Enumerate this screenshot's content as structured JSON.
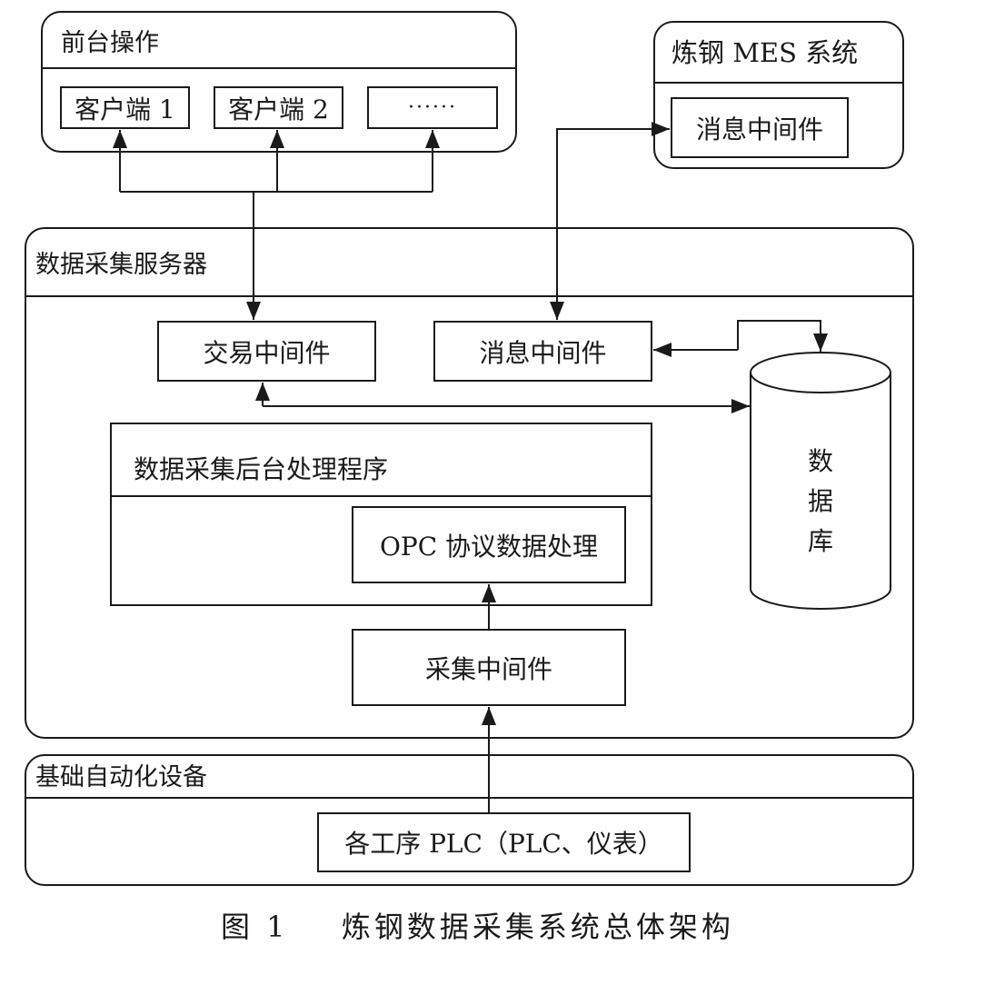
{
  "figure": {
    "caption_number": "图 1",
    "caption_title": "炼钢数据采集系统总体架构"
  },
  "frontend": {
    "title": "前台操作",
    "clients": [
      {
        "label": "客户端 1"
      },
      {
        "label": "客户端 2"
      },
      {
        "label": "······"
      }
    ]
  },
  "mes": {
    "title": "炼钢 MES 系统",
    "message_middleware": "消息中间件"
  },
  "server": {
    "title": "数据采集服务器",
    "transaction_middleware": "交易中间件",
    "message_middleware": "消息中间件",
    "database": [
      "数",
      "据",
      "库"
    ],
    "backend": {
      "title": "数据采集后台处理程序",
      "opc_processing": "OPC 协议数据处理"
    },
    "collection_middleware": "采集中间件"
  },
  "automation": {
    "title": "基础自动化设备",
    "plc": "各工序 PLC（PLC、仪表）"
  }
}
